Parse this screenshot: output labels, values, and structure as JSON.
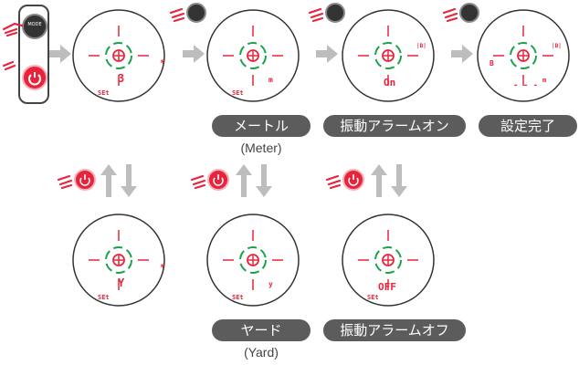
{
  "colors": {
    "red": "#e8243c",
    "green": "#1aa24a",
    "arrow": "#bdbdbd",
    "pill": "#5c5c5c"
  },
  "icons": [
    "mode-button-icon",
    "power-button-icon",
    "hand-pointer-icon",
    "right-arrow-icon",
    "up-arrow-icon",
    "down-arrow-icon"
  ],
  "device": {
    "mode_label": "MODE"
  },
  "screens": {
    "s1": {
      "value": "3",
      "unit": "",
      "set": "SEt",
      "marker": "*"
    },
    "s2": {
      "value": "",
      "unit": "m",
      "set": "SEt",
      "marker": ""
    },
    "s3": {
      "value": "On",
      "unit": "",
      "set": "",
      "marker": "|B|"
    },
    "s4": {
      "value": "- - -",
      "unit": "m",
      "set": "",
      "marker": "|B|",
      "left": "B"
    },
    "s5": {
      "value": "Y",
      "unit": "",
      "set": "SEt",
      "marker": "*"
    },
    "s6": {
      "value": "",
      "unit": "y",
      "set": "SEt",
      "marker": ""
    },
    "s7": {
      "value": "OFF",
      "unit": "",
      "set": "SEt",
      "marker": ""
    }
  },
  "labels": {
    "meter": "メートル",
    "meter_sub": "(Meter)",
    "alarm_on": "振動アラームオン",
    "done": "設定完了",
    "yard": "ヤード",
    "yard_sub": "(Yard)",
    "alarm_off": "振動アラームオフ"
  }
}
